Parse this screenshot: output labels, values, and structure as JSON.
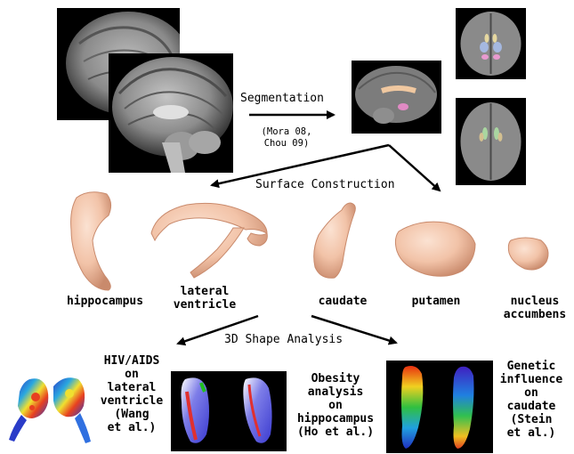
{
  "steps": {
    "segmentation": "Segmentation",
    "segmentation_ref": "(Mora 08,\nChou 09)",
    "surface_construction": "Surface Construction",
    "shape_analysis": "3D Shape Analysis"
  },
  "structures": [
    {
      "label": "hippocampus"
    },
    {
      "label": "lateral\nventricle"
    },
    {
      "label": "caudate"
    },
    {
      "label": "putamen"
    },
    {
      "label": "nucleus\naccumbens"
    }
  ],
  "studies": [
    {
      "label": "HIV/AIDS\non\nlateral\nventricle\n(Wang\net al.)"
    },
    {
      "label": "Obesity\nanalysis\non\nhippocampus\n(Ho et al.)"
    },
    {
      "label": "Genetic\ninfluence\non\ncaudate\n(Stein\net al.)"
    }
  ],
  "colors": {
    "surface": "#f2c3a8",
    "surface_shade": "#d99a7c",
    "arrow": "#000000"
  }
}
